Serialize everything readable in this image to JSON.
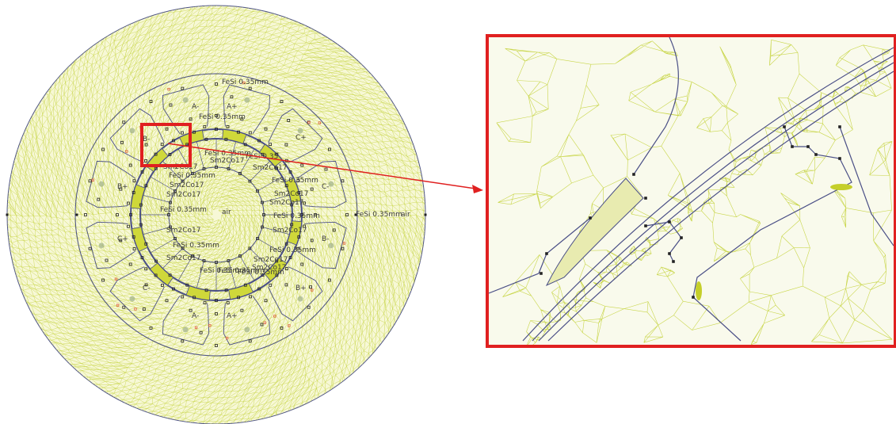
{
  "colors": {
    "mesh": "#c9d64b",
    "mesh_fill": "#f7f8d6",
    "boundary": "#4a4f86",
    "magnet_fill": "#cfd83a",
    "highlight": "#e02020",
    "node": "#222222"
  },
  "labels": {
    "fesi_top": "FeSi 0.35mm",
    "fesi_upper": "FeSi 0.35mm",
    "fesi_rotor_top": "FeSi 0.35mm",
    "fesi_rotor_top2": "FeSi 0.35",
    "fesi_left": "FeSi 0.35mm",
    "fesi_left2": "FeSi 0.35mm",
    "fesi_right1": "FeSi 0.35mm",
    "fesi_right2": "FeSi 0.35mm",
    "fesi_right3": "FeSi 0.35mm",
    "fesi_lower": "FeSi 0.35mm",
    "fesi_bottom1": "FeSi 0.35mm",
    "fesi_bottom2": "FeSi 0.35mm",
    "fesi_bottom3": "FeSi 0.35mm",
    "fesi_outer": "FeSi 0.35mm",
    "air_outer": "air",
    "air_center": "air",
    "sm_1": "Sm2Co17",
    "sm_2": "Sm2Co17",
    "sm_3": "Sm2Co17",
    "sm_4": "Sm2Co17",
    "sm_5": "Sm2Co17",
    "sm_6": "Sm2Co17",
    "sm_7": "Sm2Co17",
    "sm_8": "Sm2Co17",
    "sm_9": "Sm2Co17",
    "sm_10": "Sm2Co17",
    "sm_11": "Sm2Co17",
    "sm_12": "Sm2Co17",
    "phase_a_minus_top": "A-",
    "phase_a_plus_top": "A+",
    "phase_b_minus_tl": "B-",
    "phase_c_plus_tr": "C+",
    "phase_b_plus_l": "B+",
    "phase_c_minus_r": "C-",
    "phase_c_plus_l": "C+",
    "phase_b_minus_r": "B-",
    "phase_c_minus_bl": "C-",
    "phase_b_plus_br": "B+",
    "phase_a_minus_bot": "A-",
    "phase_a_plus_bot": "A+"
  }
}
